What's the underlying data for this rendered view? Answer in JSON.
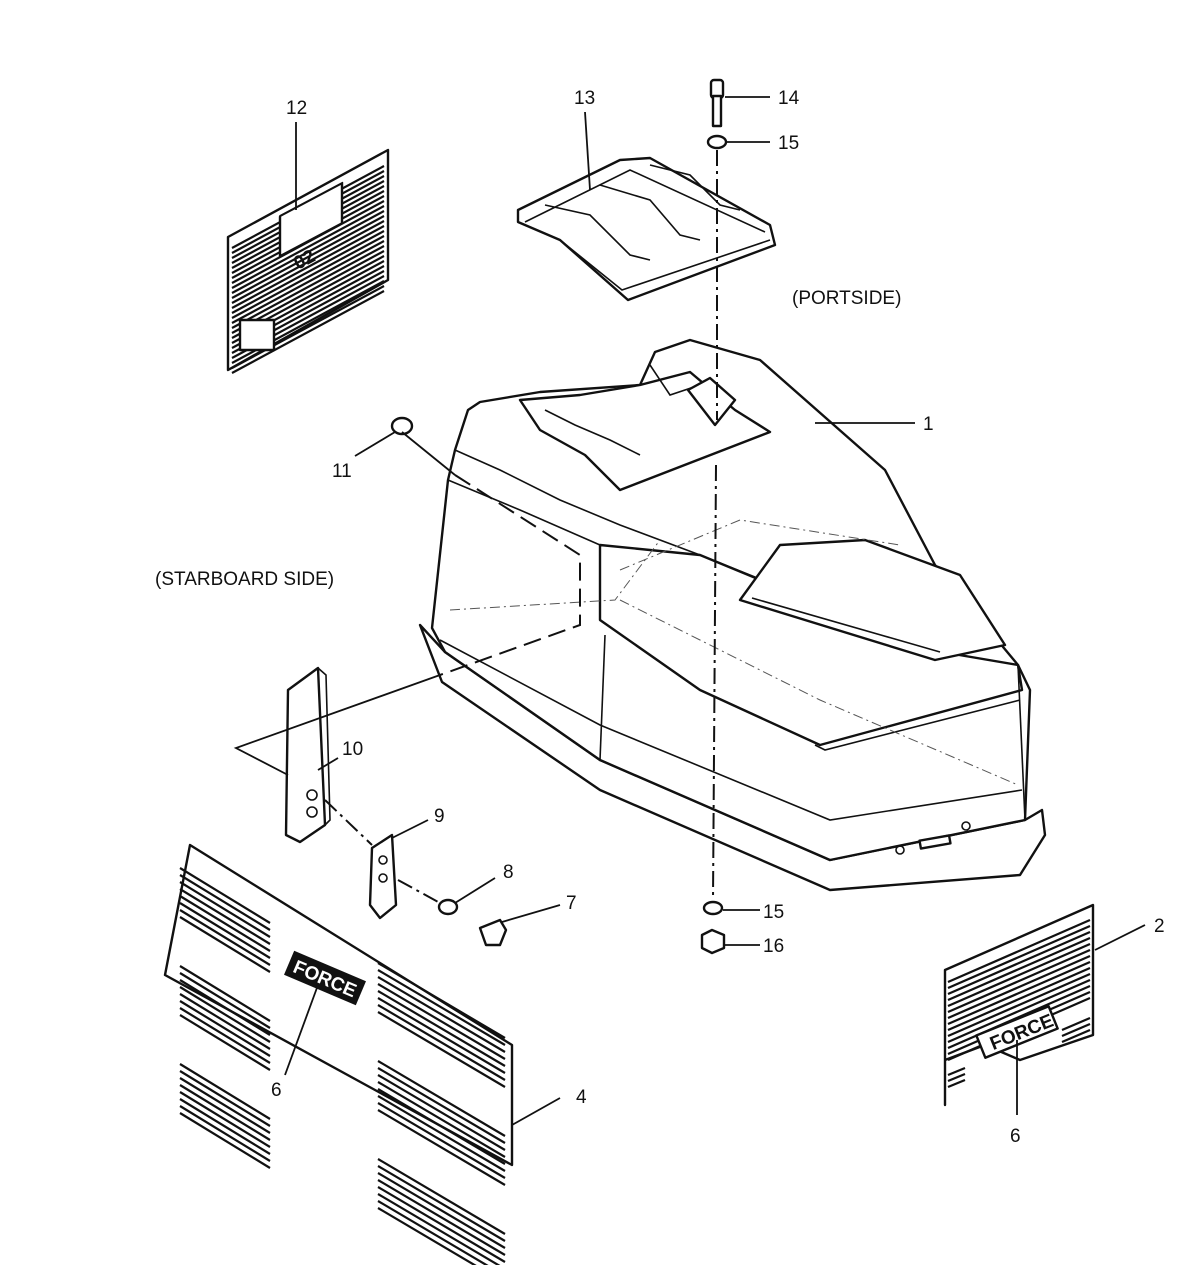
{
  "labels": {
    "p1": "1",
    "p2": "2",
    "p4": "4",
    "p6a": "6",
    "p6b": "6",
    "p7": "7",
    "p8": "8",
    "p9": "9",
    "p10": "10",
    "p11": "11",
    "p12": "12",
    "p13": "13",
    "p14": "14",
    "p15a": "15",
    "p15b": "15",
    "p16": "16"
  },
  "side_labels": {
    "portside": "(PORTSIDE)",
    "starboard": "(STARBOARD SIDE)"
  },
  "decal_text": {
    "side_decal": "FORCE",
    "rear_decal": "FORCE",
    "top_decal": "02"
  }
}
